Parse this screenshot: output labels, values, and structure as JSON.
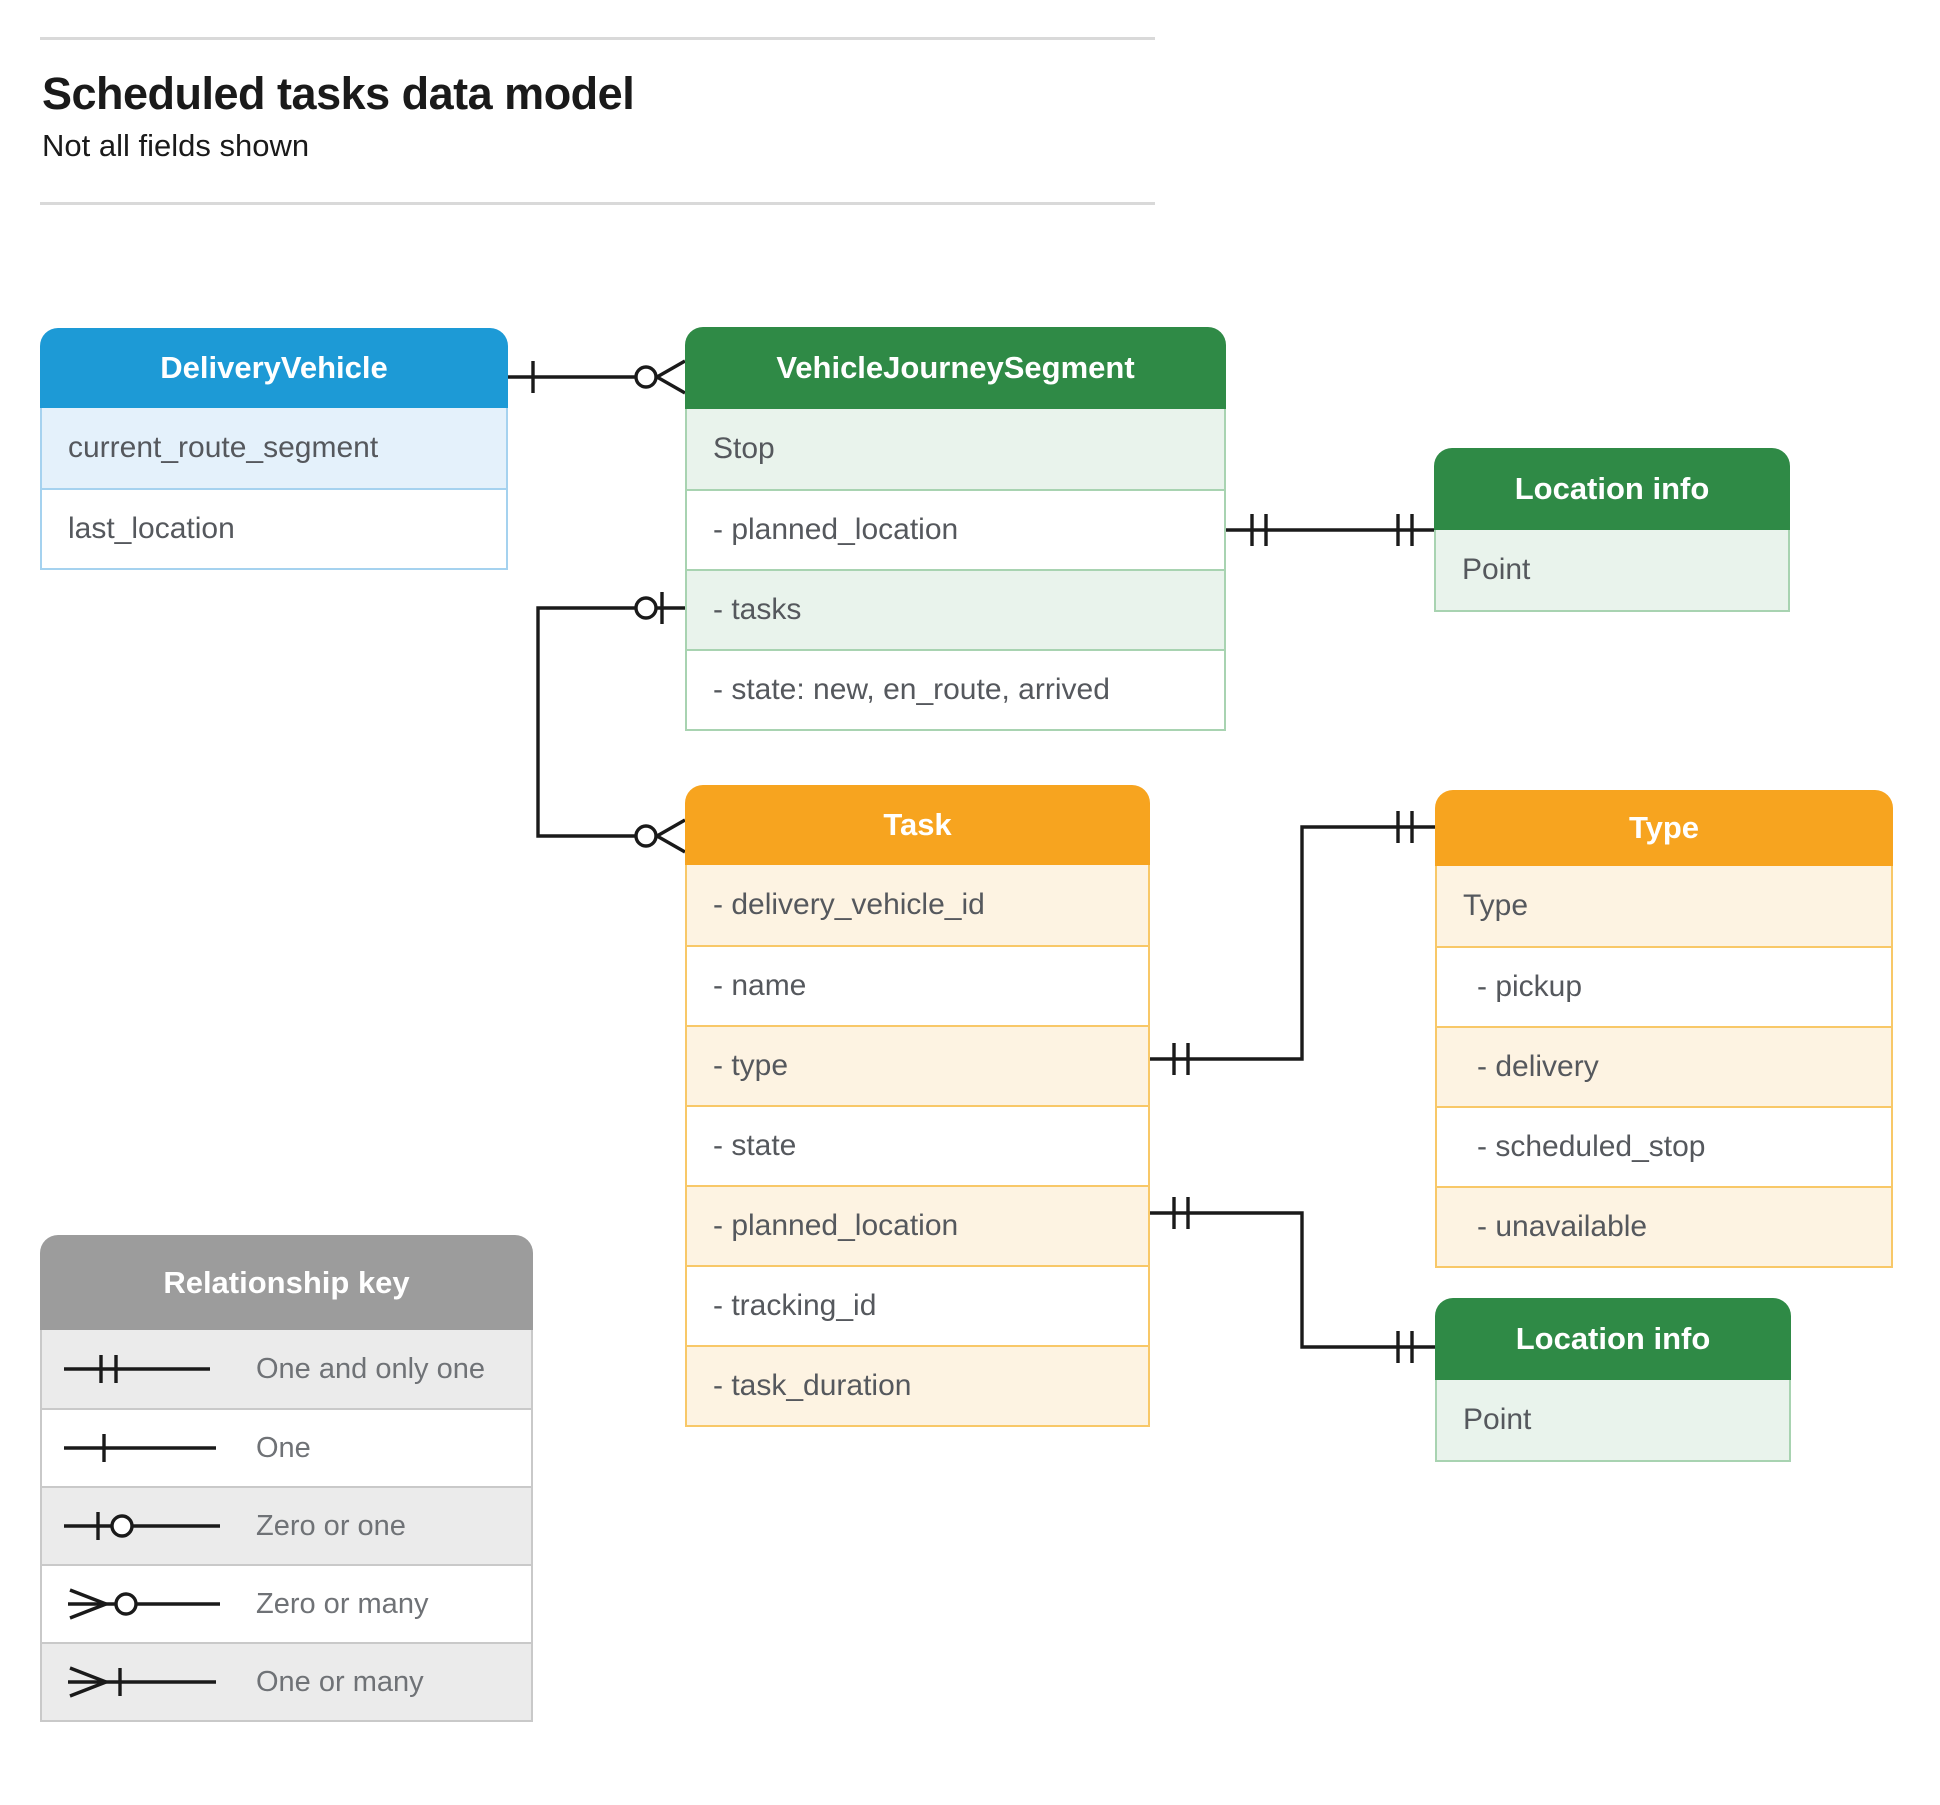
{
  "page": {
    "title": "Scheduled tasks data model",
    "subtitle": "Not all fields shown"
  },
  "entities": {
    "delivery_vehicle": {
      "title": "DeliveryVehicle",
      "rows": [
        {
          "label": "current_route_segment"
        },
        {
          "label": "last_location"
        }
      ]
    },
    "vehicle_journey_segment": {
      "title": "VehicleJourneySegment",
      "rows": [
        {
          "label": "Stop"
        },
        {
          "label": "- planned_location"
        },
        {
          "label": "- tasks"
        },
        {
          "label": "- state: new, en_route, arrived"
        }
      ]
    },
    "location_info_top": {
      "title": "Location info",
      "rows": [
        {
          "label": "Point"
        }
      ]
    },
    "task": {
      "title": "Task",
      "rows": [
        {
          "label": "- delivery_vehicle_id"
        },
        {
          "label": "- name"
        },
        {
          "label": "- type"
        },
        {
          "label": "- state"
        },
        {
          "label": "- planned_location"
        },
        {
          "label": "- tracking_id"
        },
        {
          "label": "- task_duration"
        }
      ]
    },
    "type": {
      "title": "Type",
      "rows": [
        {
          "label": "Type"
        },
        {
          "label": "- pickup"
        },
        {
          "label": "- delivery"
        },
        {
          "label": "- scheduled_stop"
        },
        {
          "label": "- unavailable"
        }
      ]
    },
    "location_info_bottom": {
      "title": "Location info",
      "rows": [
        {
          "label": "Point"
        }
      ]
    }
  },
  "legend": {
    "title": "Relationship key",
    "items": [
      {
        "label": "One and only one",
        "symbol": "one-and-only-one"
      },
      {
        "label": "One",
        "symbol": "one"
      },
      {
        "label": "Zero or one",
        "symbol": "zero-or-one"
      },
      {
        "label": "Zero or many",
        "symbol": "zero-or-many"
      },
      {
        "label": "One or many",
        "symbol": "one-or-many"
      }
    ]
  },
  "relationships": [
    {
      "from": "DeliveryVehicle",
      "to": "VehicleJourneySegment",
      "from_cardinality": "one",
      "to_cardinality": "zero-or-many"
    },
    {
      "from": "VehicleJourneySegment.planned_location",
      "to": "Location info",
      "from_cardinality": "one-and-only-one",
      "to_cardinality": "one-and-only-one"
    },
    {
      "from": "VehicleJourneySegment.tasks",
      "to": "Task",
      "from_cardinality": "zero-or-one",
      "to_cardinality": "zero-or-many"
    },
    {
      "from": "Task.type",
      "to": "Type",
      "from_cardinality": "one-and-only-one",
      "to_cardinality": "one-and-only-one"
    },
    {
      "from": "Task.planned_location",
      "to": "Location info",
      "from_cardinality": "one-and-only-one",
      "to_cardinality": "one-and-only-one"
    }
  ],
  "colors": {
    "blue_header": "#1d9ad6",
    "blue_row": "#e4f1fb",
    "blue_border": "#a5d2ef",
    "green_header": "#2f8a46",
    "green_row": "#e9f3ec",
    "green_border": "#a8d3b1",
    "orange_header": "#f7a41f",
    "orange_row": "#fdf3e2",
    "orange_border": "#f8c868",
    "gray_header": "#9c9c9c",
    "gray_row": "#ebebeb",
    "gray_border": "#c9c9c9",
    "line": "#1a1a1a",
    "text_row": "#55585d",
    "text_legend": "#6f7276",
    "title": "#1a1a1a",
    "rule": "#d9d9d9"
  }
}
